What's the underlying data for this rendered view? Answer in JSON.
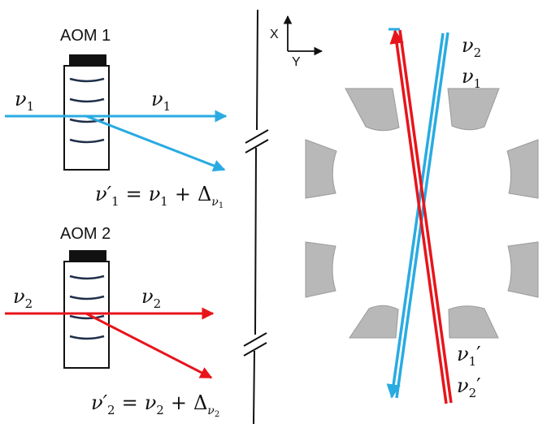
{
  "aom1": {
    "label": "AOM 1",
    "input": "ν",
    "input_sub": "1",
    "output": "ν",
    "output_sub": "1",
    "eq": {
      "lhs": "ν′",
      "lhs_sub": "1",
      "eq": "=",
      "rhs1": "ν",
      "rhs1_sub": "1",
      "plus": "+",
      "delta": "Δ",
      "delta_sub": "ν",
      "delta_subsub": "1"
    }
  },
  "aom2": {
    "label": "AOM 2",
    "input": "ν",
    "input_sub": "2",
    "output": "ν",
    "output_sub": "2",
    "eq": {
      "lhs": "ν′",
      "lhs_sub": "2",
      "eq": "=",
      "rhs1": "ν",
      "rhs1_sub": "2",
      "plus": "+",
      "delta": "Δ",
      "delta_sub": "ν",
      "delta_subsub": "2"
    }
  },
  "axes": {
    "x": "X",
    "y": "Y"
  },
  "right_labels": {
    "nu2_top": {
      "sym": "ν",
      "sub": "2"
    },
    "nu1_top": {
      "sym": "ν",
      "sub": "1"
    },
    "nu1_bottom": {
      "sym": "ν",
      "sub": "1",
      "prime": "′"
    },
    "nu2_bottom": {
      "sym": "ν",
      "sub": "2",
      "prime": "′"
    }
  },
  "colors": {
    "blue": "#29ABE2",
    "red": "#E8141B",
    "electrode": "#B8B8B8",
    "electrode_edge": "#9A9A9A",
    "line": "#111111"
  }
}
